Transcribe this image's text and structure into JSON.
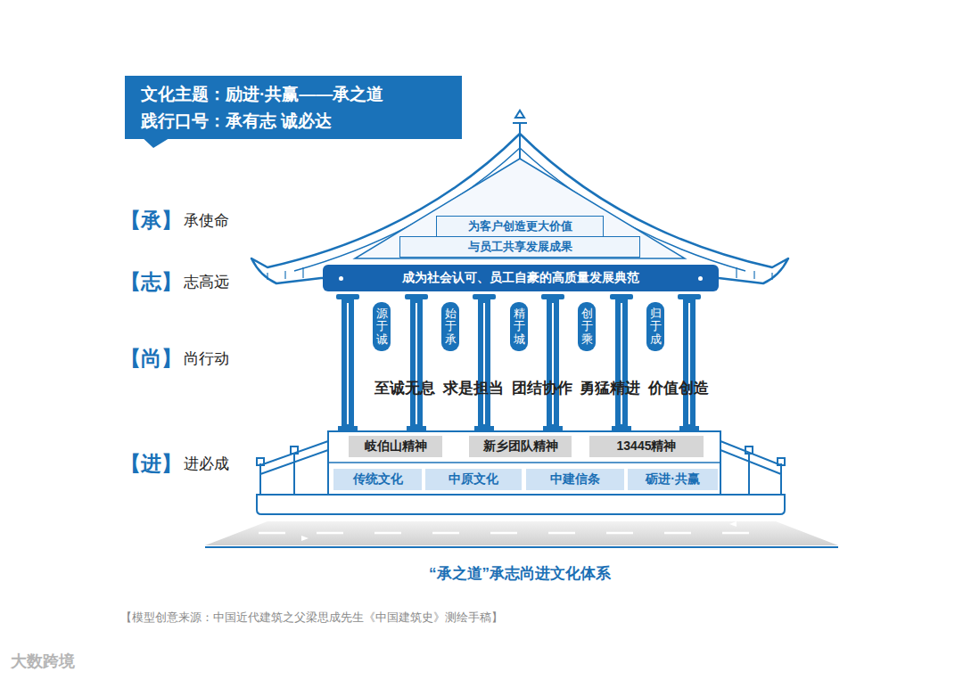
{
  "diagram": {
    "caption": "“承之道”承志尚进文化体系",
    "nodes": [
      {
        "text": [
          "文化主题：励进·共赢——承之道",
          "践行口号：承有志  诚必达"
        ]
      },
      {
        "text": [
          "为客户创造更大价值"
        ]
      },
      {
        "text": [
          "与员工共享发展成果"
        ]
      },
      {
        "text": [
          "成为社会认可、员工自豪的高质量发展典范"
        ]
      },
      {
        "text": [
          "源于诚"
        ]
      },
      {
        "text": [
          "始于承"
        ]
      },
      {
        "text": [
          "精于城"
        ]
      },
      {
        "text": [
          "创于乘"
        ]
      },
      {
        "text": [
          "归于成"
        ]
      },
      {
        "text": [
          "岐伯山精神"
        ]
      },
      {
        "text": [
          "新乡团队精神"
        ]
      },
      {
        "text": [
          "13445精神"
        ]
      },
      {
        "text": [
          "传统文化"
        ]
      },
      {
        "text": [
          "中原文化"
        ]
      },
      {
        "text": [
          "中建信条"
        ]
      },
      {
        "text": [
          "砺进·共赢"
        ]
      }
    ],
    "labels": [
      "【承】",
      "承使命",
      "【志】",
      "志高远",
      "【尚】",
      "尚行动",
      "【进】",
      "进必成",
      "至诚无息",
      "求是担当",
      "团结协作",
      "勇猛精进",
      "价值创造",
      "【模型创意来源：中国近代建筑之父梁思成先生《中国建筑史》测绘手稿】",
      "大数跨境"
    ]
  }
}
